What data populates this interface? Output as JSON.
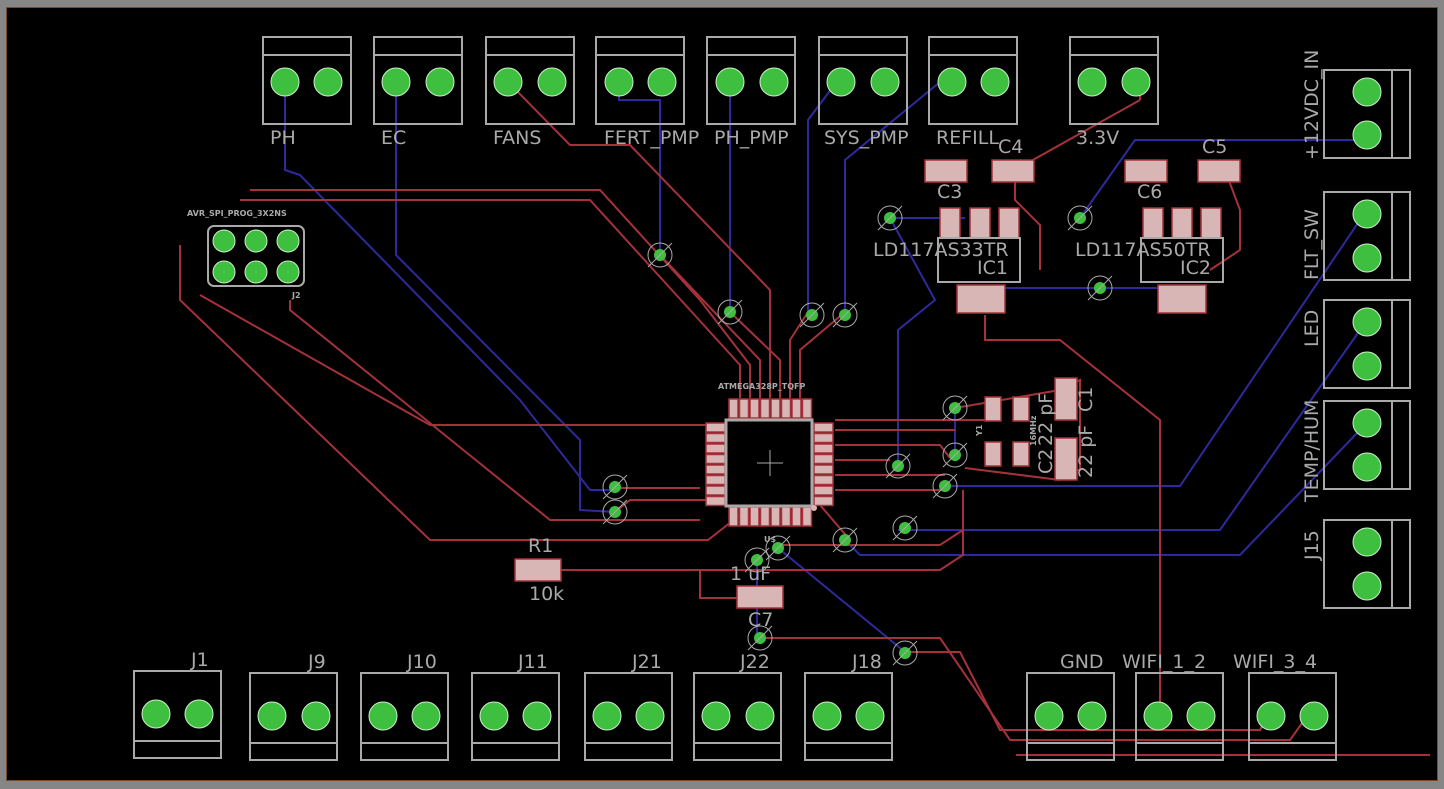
{
  "app": {
    "view": "PCB board layout editor"
  },
  "colors": {
    "background": "#000000",
    "frame": "#868686",
    "silkscreen": "#a9a9a9",
    "top_copper": "#a5323a",
    "bottom_copper": "#2e2a9c",
    "pad": "#3fbf3f",
    "smd_pad": "#d9b6b6"
  },
  "connectors_top": [
    {
      "name": "PH",
      "label": "PH"
    },
    {
      "name": "EC",
      "label": "EC"
    },
    {
      "name": "FANS",
      "label": "FANS"
    },
    {
      "name": "FERT_PMP",
      "label": "FERT_PMP"
    },
    {
      "name": "PH_PMP",
      "label": "PH_PMP"
    },
    {
      "name": "SYS_PMP",
      "label": "SYS_PMP"
    },
    {
      "name": "REFILL",
      "label": "REFILL"
    },
    {
      "name": "3.3V",
      "label": "3.3V"
    }
  ],
  "connectors_right": [
    {
      "label": "+12VDC_IN"
    },
    {
      "label": "FLT_SW"
    },
    {
      "label": "LED"
    },
    {
      "label": "TEMP/HUM"
    },
    {
      "label": "J15"
    }
  ],
  "connectors_bottom": [
    {
      "label": "J1"
    },
    {
      "label": "J9"
    },
    {
      "label": "J10"
    },
    {
      "label": "J11"
    },
    {
      "label": "J21"
    },
    {
      "label": "J22"
    },
    {
      "label": "J18"
    },
    {
      "label": "GND"
    },
    {
      "label": "WIFI_1_2"
    },
    {
      "label": "WIFI_3_4"
    }
  ],
  "components": {
    "isp_header": {
      "label": "AVR_SPI_PROG_3X2NS",
      "ref": "J2"
    },
    "mcu": {
      "label": "ATMEGA328P_TQFP"
    },
    "ic1": {
      "ref": "IC1",
      "value": "LD117AS33TR"
    },
    "ic2": {
      "ref": "IC2",
      "value": "LD117AS50TR"
    },
    "c3": {
      "ref": "C3"
    },
    "c4": {
      "ref": "C4"
    },
    "c5": {
      "ref": "C5"
    },
    "c6": {
      "ref": "C6"
    },
    "c7": {
      "ref": "C7",
      "value": "1 uF"
    },
    "r1": {
      "ref": "R1",
      "value": "10k"
    },
    "y1": {
      "ref": "Y1",
      "value": "16MHz"
    },
    "c2": {
      "ref": "C2",
      "value": "22 pF"
    },
    "c1": {
      "ref": "C1",
      "value": "22 pF"
    },
    "u1_small": {
      "ref": "U$"
    }
  }
}
